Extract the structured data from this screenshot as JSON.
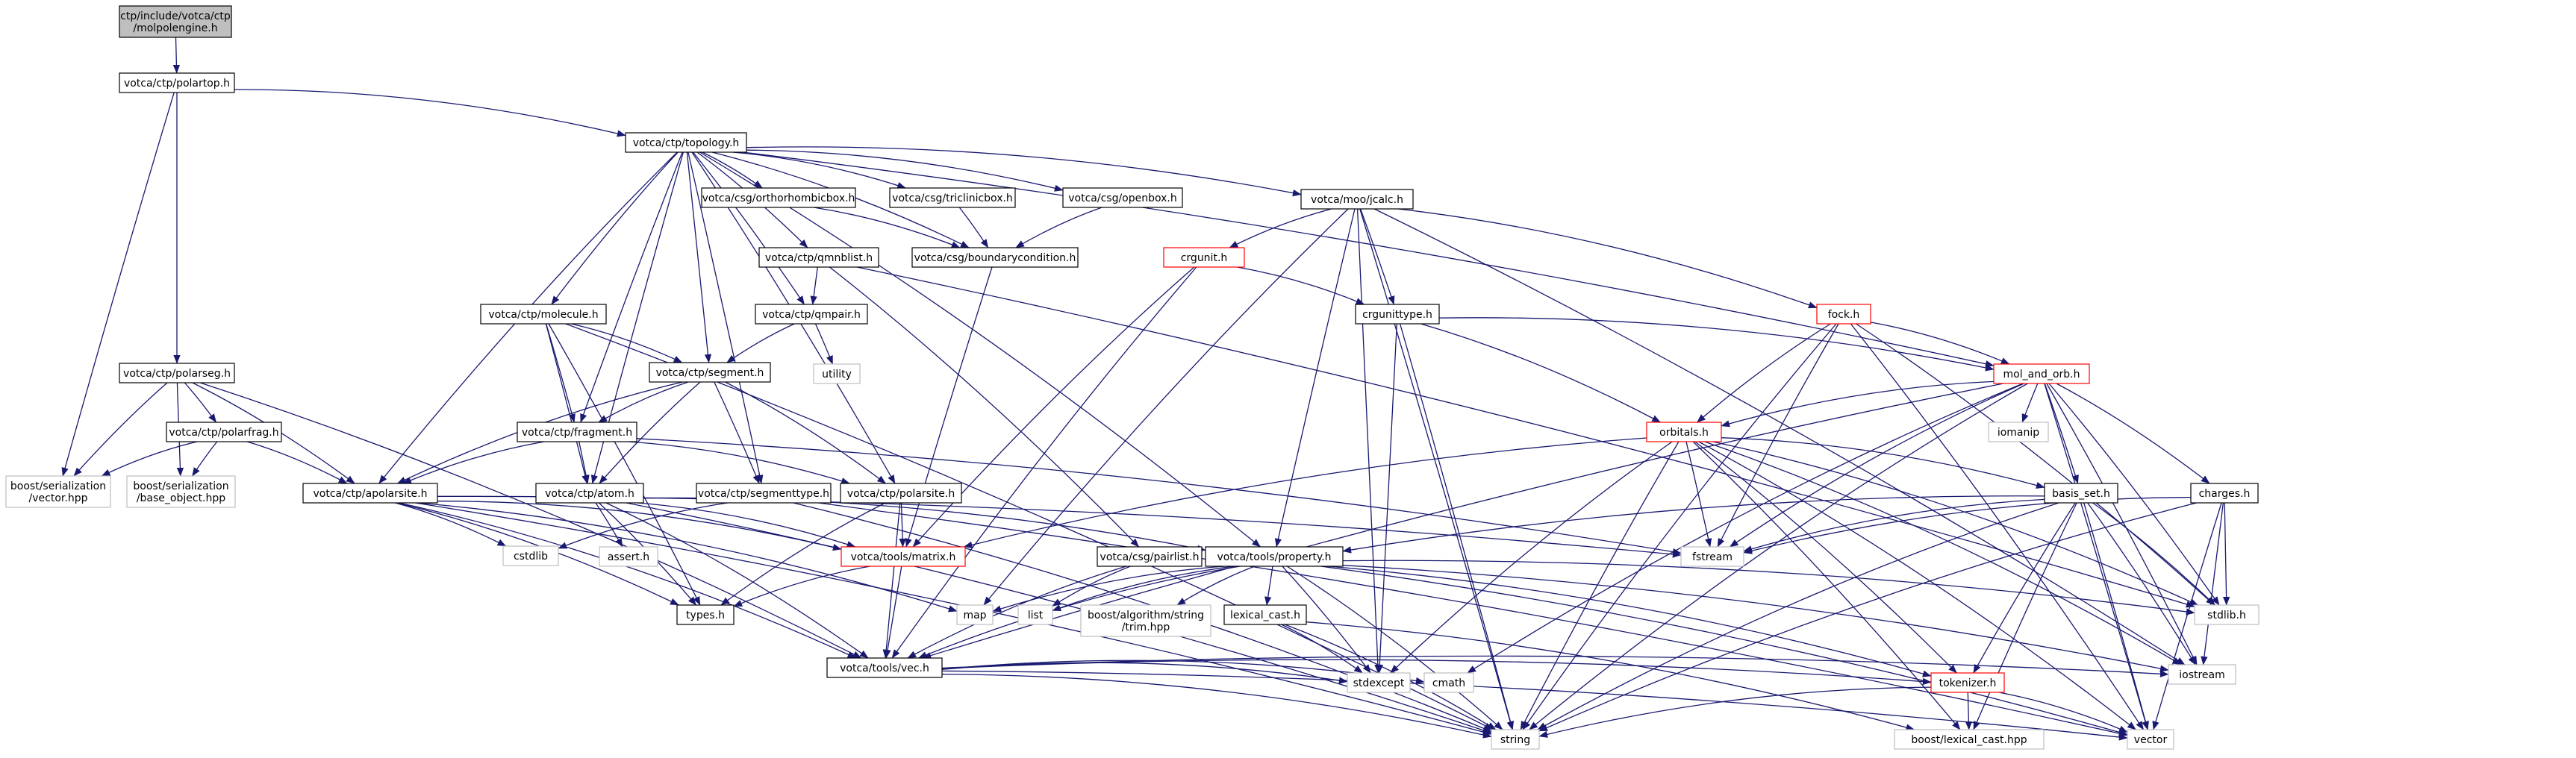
{
  "colors": {
    "edge": "#191970",
    "node_border": "#000000",
    "node_fill": "#ffffff",
    "root_fill": "#bfbfbf",
    "grey_border": "#bfbfbf",
    "red_border": "#ff0000"
  },
  "nodes": [
    {
      "id": "root",
      "label": [
        "ctp/include/votca/ctp",
        "/molpolengine.h"
      ],
      "kind": "root"
    },
    {
      "id": "polartop",
      "label": [
        "votca/ctp/polartop.h"
      ],
      "kind": "normal"
    },
    {
      "id": "topology",
      "label": [
        "votca/ctp/topology.h"
      ],
      "kind": "normal"
    },
    {
      "id": "polarseg",
      "label": [
        "votca/ctp/polarseg.h"
      ],
      "kind": "normal"
    },
    {
      "id": "polarfrag",
      "label": [
        "votca/ctp/polarfrag.h"
      ],
      "kind": "normal"
    },
    {
      "id": "bvector",
      "label": [
        "boost/serialization",
        "/vector.hpp"
      ],
      "kind": "grey"
    },
    {
      "id": "bbase",
      "label": [
        "boost/serialization",
        "/base_object.hpp"
      ],
      "kind": "grey"
    },
    {
      "id": "apolarsite",
      "label": [
        "votca/ctp/apolarsite.h"
      ],
      "kind": "normal"
    },
    {
      "id": "molecule",
      "label": [
        "votca/ctp/molecule.h"
      ],
      "kind": "normal"
    },
    {
      "id": "segment",
      "label": [
        "votca/ctp/segment.h"
      ],
      "kind": "normal"
    },
    {
      "id": "fragment",
      "label": [
        "votca/ctp/fragment.h"
      ],
      "kind": "normal"
    },
    {
      "id": "atom",
      "label": [
        "votca/ctp/atom.h"
      ],
      "kind": "normal"
    },
    {
      "id": "segmenttype",
      "label": [
        "votca/ctp/segmenttype.h"
      ],
      "kind": "normal"
    },
    {
      "id": "polarsite",
      "label": [
        "votca/ctp/polarsite.h"
      ],
      "kind": "normal"
    },
    {
      "id": "orthorhombic",
      "label": [
        "votca/csg/orthorhombicbox.h"
      ],
      "kind": "normal"
    },
    {
      "id": "triclinic",
      "label": [
        "votca/csg/triclinicbox.h"
      ],
      "kind": "normal"
    },
    {
      "id": "openbox",
      "label": [
        "votca/csg/openbox.h"
      ],
      "kind": "normal"
    },
    {
      "id": "boundary",
      "label": [
        "votca/csg/boundarycondition.h"
      ],
      "kind": "normal"
    },
    {
      "id": "qmnblist",
      "label": [
        "votca/ctp/qmnblist.h"
      ],
      "kind": "normal"
    },
    {
      "id": "qmpair",
      "label": [
        "votca/ctp/qmpair.h"
      ],
      "kind": "normal"
    },
    {
      "id": "utility",
      "label": [
        "utility"
      ],
      "kind": "grey"
    },
    {
      "id": "qmcalc",
      "label": [
        "votca/moo/jcalc.h"
      ],
      "kind": "normal"
    },
    {
      "id": "crgunit",
      "label": [
        "crgunit.h"
      ],
      "kind": "red"
    },
    {
      "id": "crgunittype",
      "label": [
        "crgunittype.h"
      ],
      "kind": "normal"
    },
    {
      "id": "fock",
      "label": [
        "fock.h"
      ],
      "kind": "red"
    },
    {
      "id": "molorb",
      "label": [
        "mol_and_orb.h"
      ],
      "kind": "red"
    },
    {
      "id": "orbitals",
      "label": [
        "orbitals.h"
      ],
      "kind": "red"
    },
    {
      "id": "iomanip",
      "label": [
        "iomanip"
      ],
      "kind": "grey"
    },
    {
      "id": "basisset",
      "label": [
        "basis_set.h"
      ],
      "kind": "normal"
    },
    {
      "id": "charges",
      "label": [
        "charges.h"
      ],
      "kind": "normal"
    },
    {
      "id": "fstream",
      "label": [
        "fstream"
      ],
      "kind": "grey"
    },
    {
      "id": "cstdlib",
      "label": [
        "cstdlib"
      ],
      "kind": "grey"
    },
    {
      "id": "assert",
      "label": [
        "assert.h"
      ],
      "kind": "grey"
    },
    {
      "id": "matrix",
      "label": [
        "votca/tools/matrix.h"
      ],
      "kind": "red"
    },
    {
      "id": "property",
      "label": [
        "votca/tools/property.h"
      ],
      "kind": "normal"
    },
    {
      "id": "parlist",
      "label": [
        "votca/csg/pairlist.h"
      ],
      "kind": "normal"
    },
    {
      "id": "types",
      "label": [
        "types.h"
      ],
      "kind": "normal"
    },
    {
      "id": "map",
      "label": [
        "map"
      ],
      "kind": "grey"
    },
    {
      "id": "list",
      "label": [
        "list"
      ],
      "kind": "grey"
    },
    {
      "id": "trim",
      "label": [
        "boost/algorithm/string",
        "/trim.hpp"
      ],
      "kind": "grey"
    },
    {
      "id": "lexical",
      "label": [
        "lexical_cast.h"
      ],
      "kind": "normal"
    },
    {
      "id": "vec",
      "label": [
        "votca/tools/vec.h"
      ],
      "kind": "normal"
    },
    {
      "id": "stdlib",
      "label": [
        "stdlib.h"
      ],
      "kind": "grey"
    },
    {
      "id": "stdexcept",
      "label": [
        "stdexcept"
      ],
      "kind": "grey"
    },
    {
      "id": "cmath",
      "label": [
        "cmath"
      ],
      "kind": "grey"
    },
    {
      "id": "iostream",
      "label": [
        "iostream"
      ],
      "kind": "grey"
    },
    {
      "id": "tokenizer",
      "label": [
        "tokenizer.h"
      ],
      "kind": "red"
    },
    {
      "id": "string",
      "label": [
        "string"
      ],
      "kind": "grey"
    },
    {
      "id": "blexical",
      "label": [
        "boost/lexical_cast.hpp"
      ],
      "kind": "grey"
    },
    {
      "id": "vector",
      "label": [
        "vector"
      ],
      "kind": "grey"
    }
  ]
}
